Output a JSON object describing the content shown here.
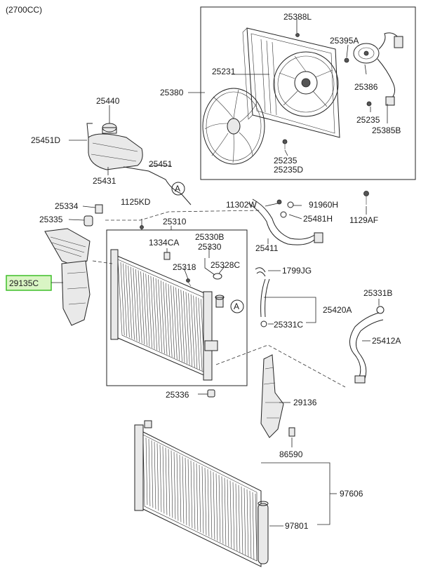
{
  "header": {
    "variant": "(2700CC)"
  },
  "callout": {
    "letter": "A"
  },
  "highlight_color": "#3fbf2a",
  "labels": {
    "p25388L": "25388L",
    "p25395A": "25395A",
    "p25231": "25231",
    "p25380": "25380",
    "p25386": "25386",
    "p25235a": "25235",
    "p25385B": "25385B",
    "p25235b": "25235",
    "p25235D": "25235D",
    "p25440": "25440",
    "p25451D": "25451D",
    "p25451": "25451",
    "p25431": "25431",
    "p25334": "25334",
    "p1125KD": "1125KD",
    "p25335": "25335",
    "p25310": "25310",
    "p1334CA": "1334CA",
    "p25330B": "25330B",
    "p25330": "25330",
    "p25328C": "25328C",
    "p25318": "25318",
    "p29135C": "29135C",
    "p11302W": "11302W",
    "p91960H": "91960H",
    "p1129AF": "1129AF",
    "p25481H": "25481H",
    "p25411": "25411",
    "p1799JG": "1799JG",
    "p25331B": "25331B",
    "p25420A": "25420A",
    "p25331C": "25331C",
    "p25412A": "25412A",
    "p25336": "25336",
    "p29136": "29136",
    "p86590": "86590",
    "p97606": "97606",
    "p97801": "97801"
  }
}
